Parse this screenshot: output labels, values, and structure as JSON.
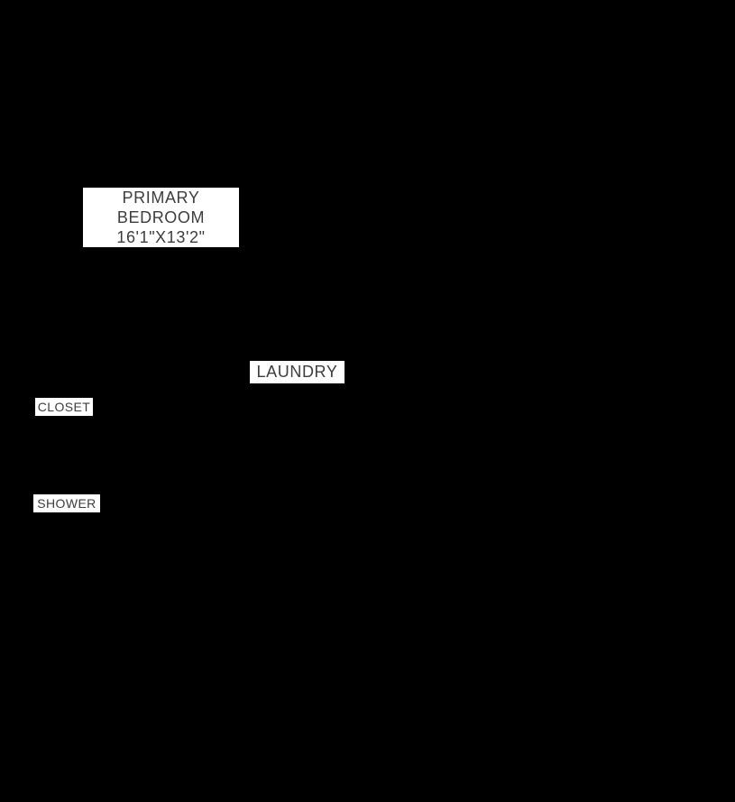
{
  "floorplan": {
    "background_color": "#000000",
    "label_background_color": "#ffffff",
    "label_text_color": "#3d3d3d",
    "labels": {
      "primary_bedroom": {
        "name_line1": "PRIMARY",
        "name_line2": "BEDROOM",
        "dimensions": "16'1\"X13'2\""
      },
      "laundry": {
        "label": "LAUNDRY"
      },
      "closet": {
        "label": "CLOSET"
      },
      "shower": {
        "label": "SHOWER"
      }
    }
  }
}
